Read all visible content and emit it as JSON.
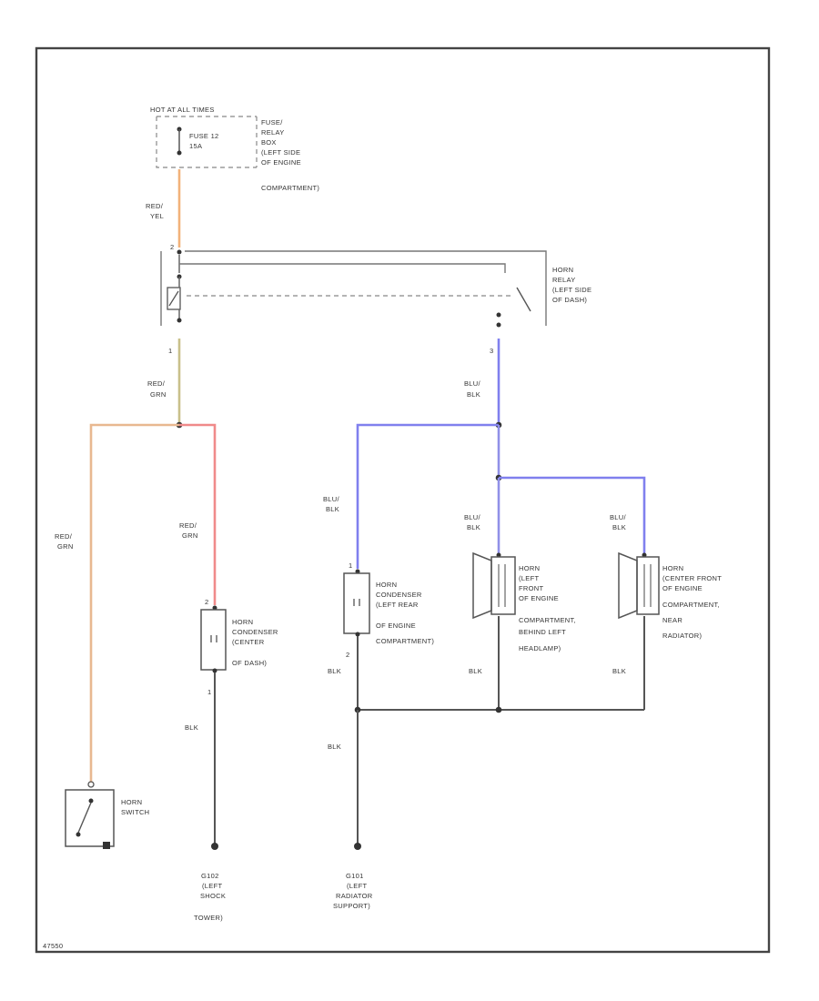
{
  "colors": {
    "frame": "#444444",
    "wire_red_yel": "#f2b27a",
    "wire_red_grn": "#c9c08a",
    "wire_red": "#f08a8a",
    "wire_blu_blk": "#8080ee",
    "wire_blk": "#555555"
  },
  "fuse_box": {
    "header": "HOT AT ALL TIMES",
    "fuse_label": [
      "FUSE 12",
      "15A"
    ],
    "location": [
      "FUSE/",
      "RELAY",
      "BOX",
      "(LEFT SIDE",
      "OF ENGINE",
      "COMPARTMENT)"
    ]
  },
  "horn_relay": {
    "location": [
      "HORN",
      "RELAY",
      "(LEFT SIDE",
      "OF DASH)"
    ],
    "pin_top": "2",
    "pin_left": "1",
    "pin_right": "3"
  },
  "wire_labels": {
    "fuse_to_relay": [
      "RED/",
      "YEL"
    ],
    "relay_out": [
      "RED/",
      "GRN"
    ],
    "to_horn_switch": [
      "RED/",
      "GRN"
    ],
    "to_condenser_dash": [
      "RED/",
      "GRN"
    ],
    "relay_right": [
      "BLU/",
      "BLK"
    ],
    "to_condenser_engine": [
      "BLU/",
      "BLK"
    ],
    "to_horn_left": [
      "BLU/",
      "BLK"
    ],
    "to_horn_center": [
      "BLU/",
      "BLK"
    ],
    "condenser_dash_ground": "BLK",
    "condenser_engine_ground": "BLK",
    "horn_left_ground": "BLK",
    "horn_center_ground": "BLK",
    "ground_trunk": "BLK"
  },
  "components": {
    "horn_switch": [
      "HORN",
      "SWITCH"
    ],
    "condenser_dash": [
      "HORN",
      "CONDENSER",
      "(CENTER",
      "OF DASH)"
    ],
    "condenser_dash_pins": [
      "2",
      "1"
    ],
    "condenser_engine": [
      "HORN",
      "CONDENSER",
      "(LEFT REAR",
      "OF ENGINE",
      "COMPARTMENT)"
    ],
    "condenser_engine_pins": [
      "1",
      "2"
    ],
    "horn_left": [
      "HORN",
      "(LEFT",
      "FRONT",
      "OF ENGINE",
      "COMPARTMENT,",
      "BEHIND LEFT",
      "HEADLAMP)"
    ],
    "horn_center": [
      "HORN",
      "(CENTER FRONT",
      "OF ENGINE",
      "COMPARTMENT,",
      "NEAR",
      "RADIATOR)"
    ]
  },
  "grounds": {
    "g102": [
      "G102",
      "(LEFT",
      "SHOCK",
      "TOWER)"
    ],
    "g101": [
      "G101",
      "(LEFT",
      "RADIATOR",
      "SUPPORT)"
    ]
  },
  "footer_code": "47550"
}
